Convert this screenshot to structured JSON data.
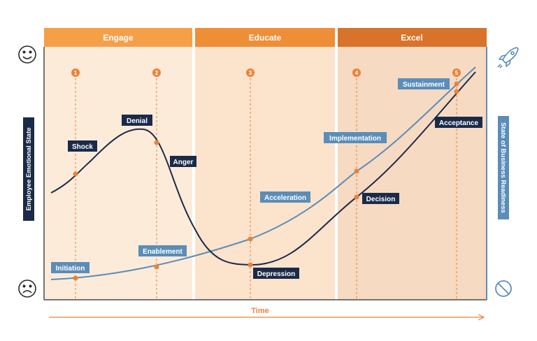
{
  "phases": [
    {
      "name": "Engage",
      "header_color": "#f5a049",
      "bg_color": "#fdebd9"
    },
    {
      "name": "Educate",
      "header_color": "#ee8e37",
      "bg_color": "#fbe3cc"
    },
    {
      "name": "Excel",
      "header_color": "#d9732a",
      "bg_color": "#f6dac2"
    }
  ],
  "milestones": [
    "1",
    "2",
    "3",
    "4",
    "5"
  ],
  "employee_curve_labels": [
    "Shock",
    "Denial",
    "Anger",
    "Depression",
    "Decision",
    "Acceptance"
  ],
  "business_curve_labels": [
    "Initiation",
    "Enablement",
    "Acceleration",
    "Implementation",
    "Sustainment"
  ],
  "axes": {
    "left": "Employee Emotional State",
    "right": "State of Business Readiness",
    "bottom": "Time"
  },
  "icons": {
    "left_top": "happy-face-icon",
    "left_bottom": "sad-face-icon",
    "right_top": "rocket-icon",
    "right_bottom": "prohibited-icon"
  },
  "colors": {
    "employee_curve": "#1b2a48",
    "business_curve": "#5b8db8",
    "marker": "#e8833a",
    "axis_bar": "#1b2a48",
    "right_axis_bar": "#5b8db8"
  }
}
